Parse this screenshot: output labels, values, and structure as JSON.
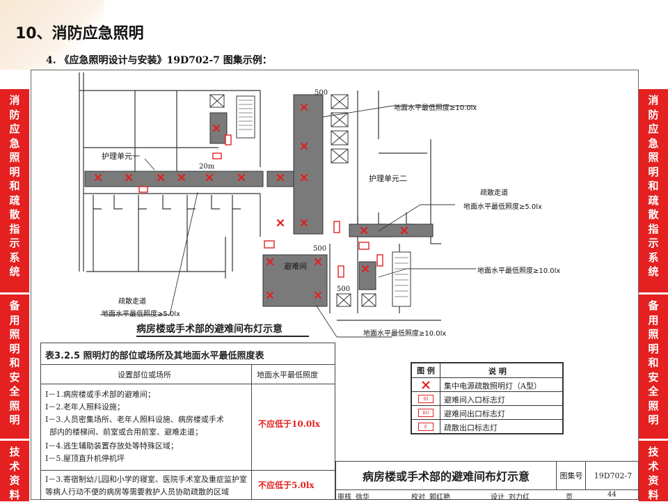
{
  "header": {
    "title": "10、消防应急照明",
    "subtitle": "4.  《应急照明设计与安装》19D702-7 图集示例："
  },
  "side_tabs": {
    "left": [
      "消防应急照明和疏散指示系统",
      "备用照明和安全照明",
      "技术资料"
    ],
    "right": [
      "消防应急照明和疏散指示系统",
      "备用照明和安全照明",
      "技术资料"
    ]
  },
  "floor_plan": {
    "labels": {
      "ward1": "护理单元一",
      "ward2": "护理单元二",
      "refuge": "避难间",
      "corridor_a": "疏散走道",
      "corridor_b": "疏散走道",
      "dim_20m": "20m",
      "dim_500_top": "500",
      "dim_500_mid": "500",
      "dim_500_low": "500"
    },
    "notes": {
      "n1": "地面水平最低照度≥10.0lx",
      "n2": "地面水平最低照度≥5.0lx",
      "n3": "地面水平最低照度≥10.0lx",
      "n4": "地面水平最低照度≥5.0lx",
      "n5": "地面水平最低照度≥10.0lx"
    },
    "caption": "病房楼或手术部的避难间布灯示意",
    "colors": {
      "shaded": "#7a7a7a",
      "lamp": "#e41e1e",
      "line": "#333333"
    }
  },
  "table": {
    "caption": "表3.2.5 照明灯的部位或场所及其地面水平最低照度表",
    "headers": [
      "设置部位或场所",
      "地面水平最低照度"
    ],
    "rows": [
      {
        "text": "Ⅰ－1.病房楼或手术部的避难间；",
        "red": true
      },
      {
        "text": "Ⅰ－2.老年人照料设施；",
        "red": false
      },
      {
        "text": "Ⅰ－3.人员密集场所、老年人照料设施、病房楼或手术",
        "red": true
      },
      {
        "text": "部内的楼梯间、前室或合用前室、避难走道；",
        "red": true
      },
      {
        "text": "Ⅰ－4.逃生辅助装置存放处等特殊区域；",
        "red": false
      },
      {
        "text": "Ⅰ－5.屋顶直升机停机坪",
        "red": false
      },
      {
        "text": "Ⅰ－3.寄宿制幼儿园和小学的寝室、医院手术室及重症监护室",
        "red": true
      },
      {
        "text": "等病人行动不便的病房等需要救护人员协助疏散的区域",
        "red": true
      }
    ],
    "value_1": "不应低于10.0lx",
    "value_2": "不应低于5.0lx"
  },
  "legend": {
    "headers": [
      "图 例",
      "说  明"
    ],
    "items": [
      {
        "symbol": "lamp",
        "text": "集中电源疏散照明灯（A型）"
      },
      {
        "symbol": "RI",
        "text": "避难间入口标志灯"
      },
      {
        "symbol": "RO",
        "text": "避难间出口标志灯"
      },
      {
        "symbol": "E",
        "text": "疏散出口标志灯"
      }
    ]
  },
  "title_block": {
    "name": "病房楼或手术部的避难间布灯示意",
    "atlas_label": "图集号",
    "atlas_no": "19D702-7",
    "review_label": "审核",
    "reviewer": "徐华",
    "check_label": "校对",
    "checker": "郭红艳",
    "design_label": "设计",
    "designer": "刘力红",
    "page_label": "页",
    "page_no": "44"
  }
}
